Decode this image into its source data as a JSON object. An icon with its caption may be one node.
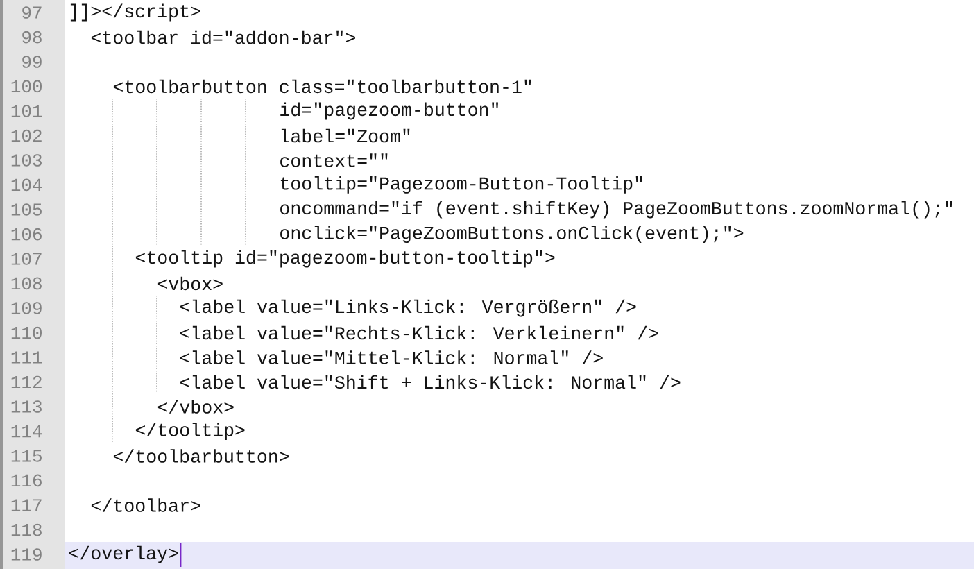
{
  "diagram": {
    "labels": [
      "97",
      "]]></script>",
      "98",
      "<toolbar id=\"addon-bar\">",
      "99",
      "100",
      "<toolbarbutton class=\"toolbarbutton-1\"",
      "101",
      "id=\"pagezoom-button\"",
      "102",
      "label=\"Zoom\"",
      "103",
      "context=\"\"",
      "104",
      "tooltip=\"Pagezoom-Button-Tooltip\"",
      "105",
      "oncommand=\"if (event.shiftKey) PageZoomButtons.zoomNormal();\"",
      "106",
      "onclick=\"PageZoomButtons.onClick(event);\">",
      "107",
      "<tooltip id=\"pagezoom-button-tooltip\">",
      "108",
      "<vbox>",
      "109",
      "<label value=\"Links-Klick: Vergrößern\" />",
      "110",
      "<label value=\"Rechts-Klick: Verkleinern\" />",
      "111",
      "<label value=\"Mittel-Klick: Normal\" />",
      "112",
      "<label value=\"Shift + Links-Klick: Normal\" />",
      "113",
      "</vbox>",
      "114",
      "</tooltip>",
      "115",
      "</toolbarbutton>",
      "116",
      "117",
      "</toolbar>",
      "118",
      "119",
      "</overlay>"
    ]
  }
}
